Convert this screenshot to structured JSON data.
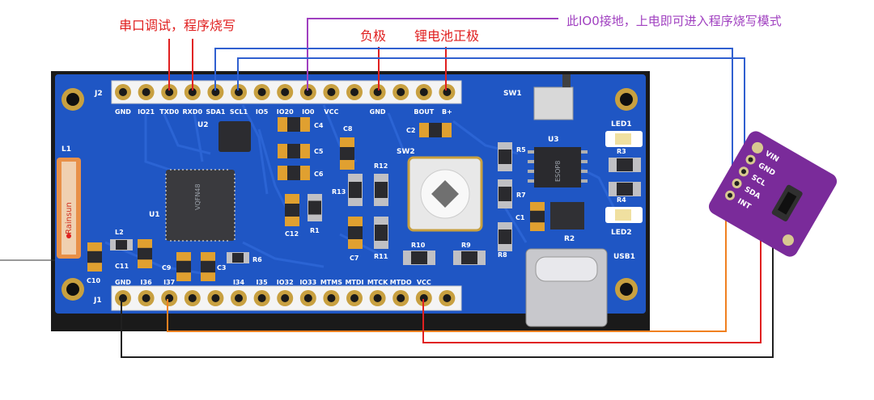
{
  "annotations": {
    "serial_program": "串口调试，程序烧写",
    "negative": "负极",
    "battery_positive": "锂电池正极",
    "io0_note": "此IO0接地，上电即可进入程序烧写模式"
  },
  "header_j2": {
    "label": "J2",
    "pins": [
      "GND",
      "IO21",
      "TXD0",
      "RXD0",
      "SDA1",
      "SCL1",
      "IO5",
      "IO20",
      "IO0",
      "VCC",
      "",
      "GND",
      "",
      "BOUT",
      "B+"
    ]
  },
  "header_j1": {
    "label": "J1",
    "pins": [
      "GND",
      "I36",
      "I37",
      "",
      "",
      "I34",
      "I35",
      "IO32",
      "IO33",
      "MTMS",
      "MTDI",
      "MTCK",
      "MTDO",
      "VCC",
      ""
    ]
  },
  "components": {
    "u1": "U1",
    "u2": "U2",
    "u3": "U3",
    "sw1": "SW1",
    "sw2": "SW2",
    "usb1": "USB1",
    "led1": "LED1",
    "led2": "LED2",
    "l1": "L1",
    "l2": "L2",
    "c1": "C1",
    "c2": "C2",
    "c3": "C3",
    "c4": "C4",
    "c5": "C5",
    "c6": "C6",
    "c7": "C7",
    "c8": "C8",
    "c9": "C9",
    "c10": "C10",
    "c11": "C11",
    "c12": "C12",
    "r1": "R1",
    "r2": "R2",
    "r3": "R3",
    "r4": "R4",
    "r5": "R5",
    "r6": "R6",
    "r7": "R7",
    "r8": "R8",
    "r9": "R9",
    "r10": "R10",
    "r11": "R11",
    "r12": "R12",
    "r13": "R13",
    "esop8": "ESOP8",
    "u1_mark": "VQFN48",
    "inductor_brand": "Rainsun"
  },
  "sensor_module": {
    "pins": [
      "VIN",
      "GND",
      "SCL",
      "SDA",
      "INT"
    ],
    "pin_labels_text": [
      "VIN",
      "GND",
      "SCL",
      "SDA",
      "INT"
    ]
  },
  "colors": {
    "pcb": "#1f56c4",
    "pcb_dark": "#1a4aa8",
    "annotation_red": "#e02020",
    "annotation_purple": "#a040c0",
    "wire_blue": "#3060d0",
    "wire_purple": "#a040c0",
    "wire_orange": "#f08020",
    "wire_red": "#e02020",
    "wire_black": "#202020",
    "sensor": "#7a2b9a"
  }
}
